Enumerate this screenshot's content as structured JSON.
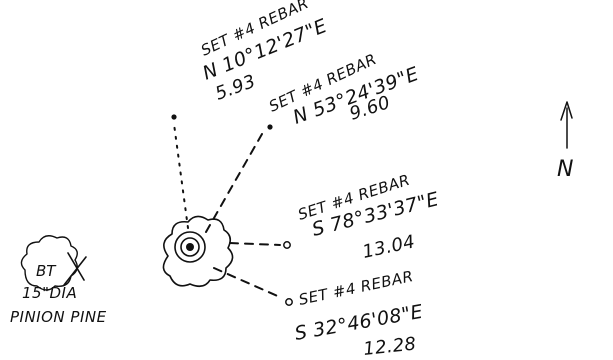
{
  "tree": {
    "abbr": "BT",
    "size_label": "15\"DIA",
    "species_label": "PINION PINE"
  },
  "north_label": "N",
  "ties": [
    {
      "marker": "SET #4 REBAR",
      "bearing": "N 10°12'27\"E",
      "distance": "5.93"
    },
    {
      "marker": "SET #4 REBAR",
      "bearing": "N 53°24'39\"E",
      "distance": "9.60"
    },
    {
      "marker": "SET #4 REBAR",
      "bearing": "S 78°33'37\"E",
      "distance": "13.04"
    },
    {
      "marker": "SET #4 REBAR",
      "bearing": "S 32°46'08\"E",
      "distance": "12.28"
    }
  ],
  "colors": {
    "ink": "#111111",
    "background": "#ffffff"
  }
}
